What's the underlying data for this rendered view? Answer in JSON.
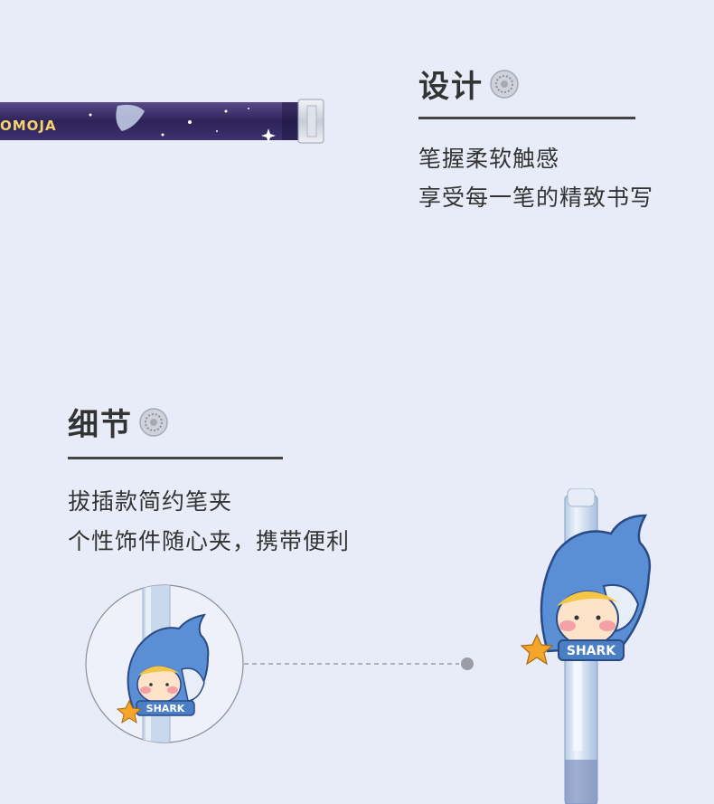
{
  "design": {
    "title": "设计",
    "lines": [
      "笔握柔软触感",
      "享受每一笔的精致书写"
    ]
  },
  "detail": {
    "title": "细节",
    "lines": [
      "拔插款简约笔夹",
      "个性饰件随心夹，携带便利"
    ]
  },
  "product": {
    "brand_text": "OMOJA",
    "charm_label": "SHARK"
  },
  "colors": {
    "background": "#e8ecf8",
    "pen_body": "#3b2f6b",
    "shark_blue": "#5a8fd6",
    "starfish": "#f4a52a"
  },
  "icons": [
    "ring-icon",
    "star-icon"
  ]
}
